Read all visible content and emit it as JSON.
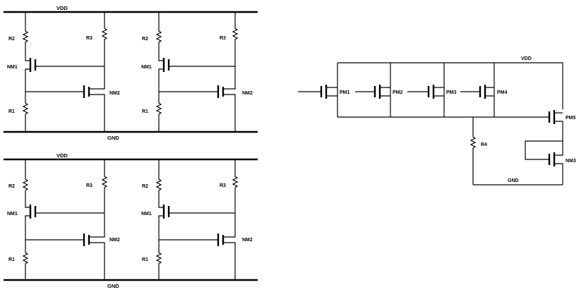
{
  "left_panel": {
    "rows": [
      {
        "vdd_label": "VDD",
        "gnd_label": "GND",
        "cells": [
          {
            "r_top": "R2",
            "r_bottom": "R1",
            "r_load": "R3",
            "switch": "NM1",
            "amp": "NM2"
          },
          {
            "r_top": "R2",
            "r_bottom": "R1",
            "r_load": "R3",
            "switch": "NM1",
            "amp": "NM2"
          }
        ]
      },
      {
        "vdd_label": "VDD",
        "gnd_label": "GND",
        "cells": [
          {
            "r_top": "R2",
            "r_bottom": "R1",
            "r_load": "R3",
            "switch": "NM1",
            "amp": "NM2"
          },
          {
            "r_top": "R2",
            "r_bottom": "R1",
            "r_load": "R3",
            "switch": "NM1",
            "amp": "NM2"
          }
        ]
      }
    ]
  },
  "right_circuit": {
    "vdd_label": "VDD",
    "gnd_label": "GND",
    "chain": [
      "PM1",
      "PM2",
      "PM3",
      "PM4"
    ],
    "pm5": "PM5",
    "nm3": "NM3",
    "r4": "R4"
  }
}
